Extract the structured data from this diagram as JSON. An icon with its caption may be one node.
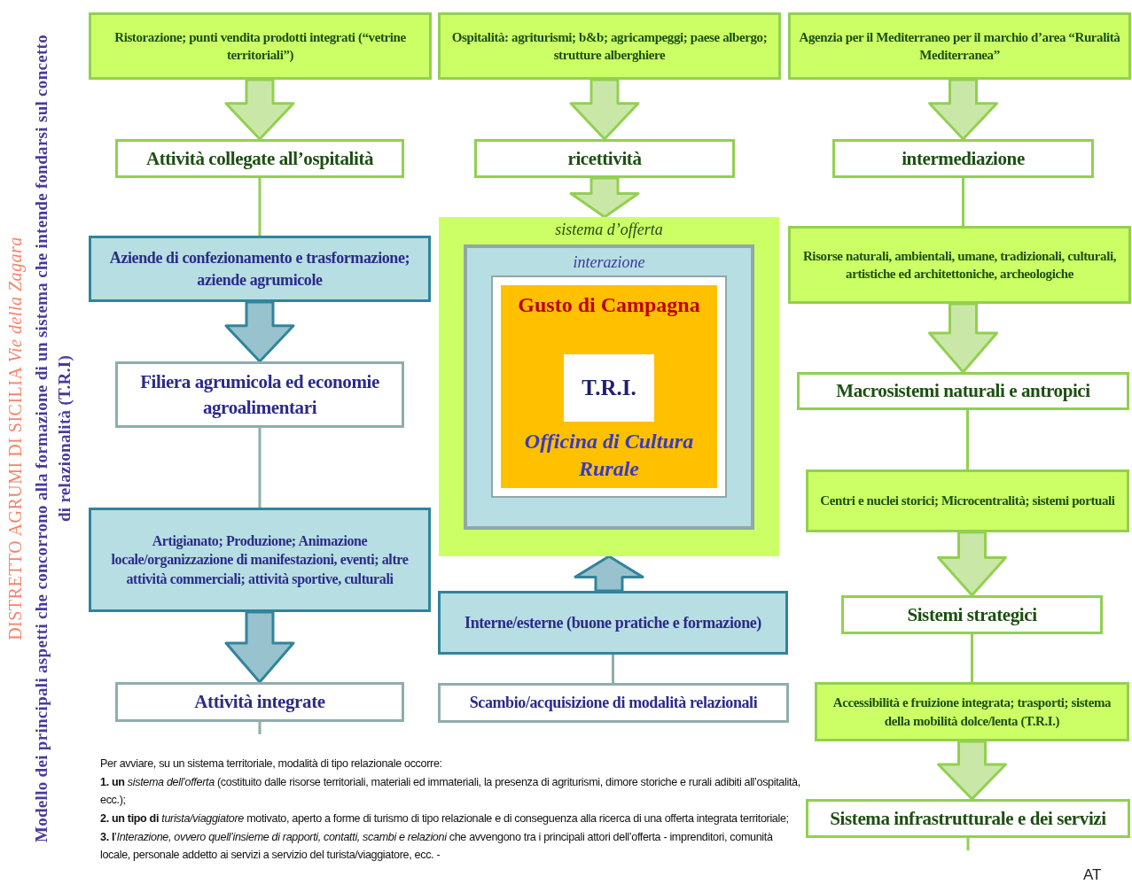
{
  "diagram": {
    "title": "DISTRETTO AGRUMI DI SICILIA *Vie della Zagara*",
    "nodes": [
      {
        "text": [
          "Ristorazione; punti vendita prodotti integrati (“vetrine territoriali”)"
        ]
      },
      {
        "text": [
          "Ospitalità: agriturismi; b&b; agricampeggi; paese albergo; strutture alberghiere"
        ]
      },
      {
        "text": [
          "Agenzia per il Mediterraneo per il marchio d’area “Ruralità Mediterranea”"
        ]
      },
      {
        "text": [
          "Attività collegate all’ospitalità"
        ]
      },
      {
        "text": [
          "ricettività"
        ]
      },
      {
        "text": [
          "intermediazione"
        ]
      },
      {
        "text": [
          "sistema d’offerta"
        ]
      },
      {
        "text": [
          "interazione"
        ],
        "in": 6
      },
      {
        "text": [
          "Gusto di Campagna",
          "Officina di Cultura Rurale"
        ],
        "in": 7
      },
      {
        "text": [
          "T.R.I."
        ],
        "in": 8
      },
      {
        "text": [
          "Aziende di confezionamento e trasformazione; aziende agrumicole"
        ]
      },
      {
        "text": [
          "Filiera agrumicola ed economie agroalimentari"
        ]
      },
      {
        "text": [
          "Artigianato; Produzione; Animazione locale/organizzazione di manifestazioni, eventi; altre attività commerciali; attività sportive, culturali"
        ]
      },
      {
        "text": [
          "Attività integrate"
        ]
      },
      {
        "text": [
          "Risorse naturali,  ambientali, umane, tradizionali, culturali, artistiche ed architettoniche, archeologiche"
        ]
      },
      {
        "text": [
          "Macrosistemi naturali e antropici"
        ]
      },
      {
        "text": [
          "Centri e nuclei storici; Microcentralità; sistemi portuali"
        ]
      },
      {
        "text": [
          "Sistemi strategici"
        ]
      },
      {
        "text": [
          "Accessibilità  e fruizione integrata;  trasporti; sistema della mobilità dolce/lenta (T.R.I.)"
        ]
      },
      {
        "text": [
          "Sistema infrastrutturale e dei servizi"
        ]
      },
      {
        "text": [
          "Interne/esterne (buone pratiche e formazione)"
        ]
      },
      {
        "text": [
          "Scambio/acquisizione di modalità relazionali"
        ]
      }
    ],
    "edges": [
      {
        "from": 0,
        "to": 3,
        "arrow": "to",
        "style": "thick",
        "color": "#92d050"
      },
      {
        "from": 1,
        "to": 4,
        "arrow": "to",
        "style": "thick",
        "color": "#92d050"
      },
      {
        "from": 2,
        "to": 5,
        "arrow": "to",
        "style": "thick",
        "color": "#92d050"
      },
      {
        "from": 4,
        "to": 6,
        "arrow": "to",
        "style": "thick",
        "color": "#92d050"
      },
      {
        "from": 3,
        "to": 10,
        "arrow": "none",
        "color": "#92d050"
      },
      {
        "from": 10,
        "to": 11,
        "arrow": "to",
        "style": "thick",
        "color": "#31849b"
      },
      {
        "from": 11,
        "to": 12,
        "arrow": "none",
        "color": "#8fadad"
      },
      {
        "from": 12,
        "to": 13,
        "arrow": "to",
        "style": "thick",
        "color": "#31849b"
      },
      {
        "from": 13,
        "to": null,
        "arrow": "none",
        "color": "#8fadad"
      },
      {
        "from": 5,
        "to": 14,
        "arrow": "none",
        "color": "#92d050"
      },
      {
        "from": 14,
        "to": 15,
        "arrow": "to",
        "style": "thick",
        "color": "#92d050"
      },
      {
        "from": 15,
        "to": 16,
        "arrow": "none",
        "color": "#92d050"
      },
      {
        "from": 16,
        "to": 17,
        "arrow": "to",
        "style": "thick",
        "color": "#92d050"
      },
      {
        "from": 17,
        "to": 18,
        "arrow": "none",
        "color": "#92d050"
      },
      {
        "from": 18,
        "to": 19,
        "arrow": "to",
        "style": "thick",
        "color": "#92d050"
      },
      {
        "from": 19,
        "to": null,
        "arrow": "none",
        "color": "#92d050"
      },
      {
        "from": 20,
        "to": 6,
        "arrow": "to",
        "style": "thick",
        "color": "#31849b"
      },
      {
        "from": 21,
        "to": 20,
        "arrow": "none",
        "color": "#8fadad"
      }
    ],
    "labels": [
      "Modello  dei principali aspetti che concorrono alla formazione di un sistema che intende fondarsi sul concetto di relazionalità (T.R.I)",
      "Per avviare, su un sistema territoriale, modalità di tipo relazionale occorre:",
      "**1. un** *sistema dell’offerta* (costituito dalle risorse territoriali, materiali ed immateriali, la presenza di agriturismi, dimore storiche e rurali adibiti all’ospitalità, ecc.);",
      "**2. un tipo di** *turista/viaggiatore* motivato, aperto a forme di turismo di tipo relazionale e di conseguenza alla ricerca di una offerta integrata territoriale;",
      "**3. l**’*Interazione, ovvero quell’insieme di rapporti, contatti, scambi e relazioni* che avvengono tra i principali attori dell’offerta - imprenditori, comunità locale, personale  addetto ai servizi a servizio del turista/viaggiatore, ecc. -",
      "AT"
    ]
  }
}
